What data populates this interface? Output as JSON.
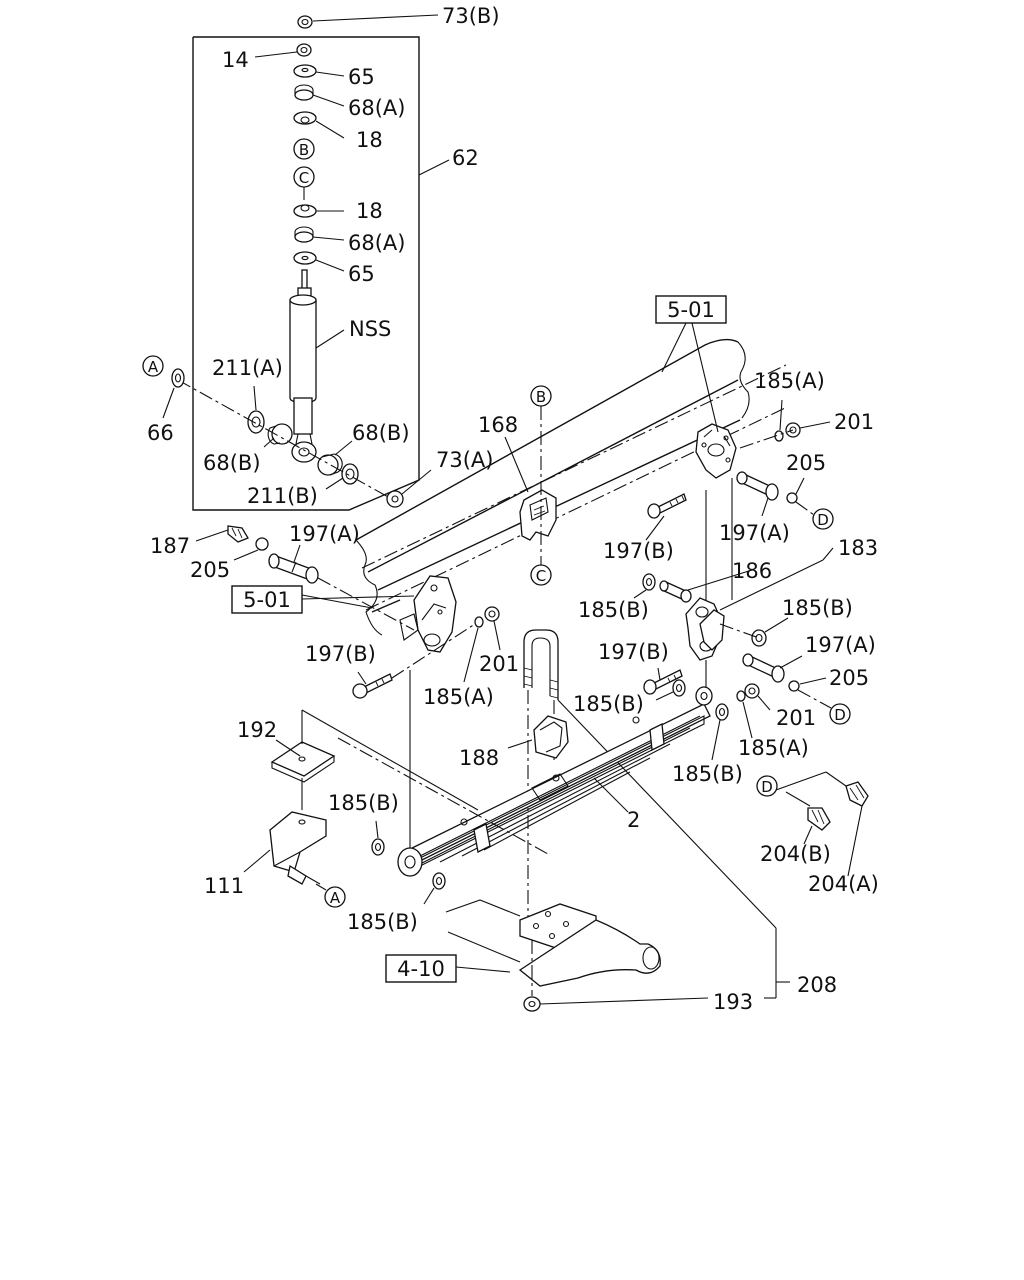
{
  "callouts": {
    "c73b_top": "73(B)",
    "c14": "14",
    "c65_a": "65",
    "c68a_a": "68(A)",
    "c18_a": "18",
    "c62": "62",
    "c18_b": "18",
    "c68a_b": "68(A)",
    "c65_b": "65",
    "cnss": "NSS",
    "c211a": "211(A)",
    "c66": "66",
    "c68b_r": "68(B)",
    "c68b_l": "68(B)",
    "c211b": "211(B)",
    "c73a": "73(A)",
    "c168": "168",
    "c185a_tr": "185(A)",
    "c201_tr": "201",
    "c205_tr": "205",
    "c197a_tr": "197(A)",
    "c197b_mid": "197(B)",
    "c183": "183",
    "c186": "186",
    "c185b_mid": "185(B)",
    "c185b_r1": "185(B)",
    "c197a_r": "197(A)",
    "c197b_r": "197(B)",
    "c205_r": "205",
    "c185b_c": "185(B)",
    "c201_r": "201",
    "c185a_r": "185(A)",
    "c185b_r2": "185(B)",
    "c187": "187",
    "c197a_l": "197(A)",
    "c205_l": "205",
    "c197b_l": "197(B)",
    "c201_l": "201",
    "c185a_l": "185(A)",
    "c192": "192",
    "c188": "188",
    "c2": "2",
    "c185b_l": "185(B)",
    "c111": "111",
    "c185b_b": "185(B)",
    "c204b": "204(B)",
    "c204a": "204(A)",
    "c208": "208",
    "c193": "193"
  },
  "refs": {
    "r501_top": "5-01",
    "r501_left": "5-01",
    "r410": "4-10"
  },
  "markers": {
    "A": "A",
    "B": "B",
    "C": "C",
    "D": "D"
  }
}
